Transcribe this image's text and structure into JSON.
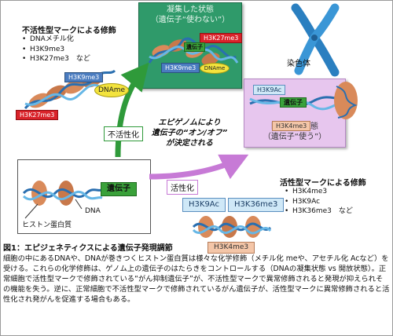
{
  "inactive_marks": {
    "heading": "不活性型マークによる修飾",
    "items": [
      "DNAメチル化",
      "H3K9me3",
      "H3K27me3　など"
    ]
  },
  "active_marks": {
    "heading": "活性型マークによる修飾",
    "items": [
      "H3K4me3",
      "H3K9Ac",
      "H3K36me3　など"
    ]
  },
  "closed_state": {
    "title_line1": "凝集した状態",
    "title_line2": "（遺伝子“使わない”）"
  },
  "open_state": {
    "title_line1": "開放した状態",
    "title_line2": "（遺伝子“使う”）"
  },
  "chromosome_label": "染色体",
  "arrows": {
    "inactivation": "不活性化",
    "activation": "活性化"
  },
  "center_text": {
    "line1": "エピゲノムにより",
    "line2": "遺伝子の“オン/オフ”",
    "line3": "が決定される"
  },
  "tags": {
    "h3k9me3": "H3K9me3",
    "h3k27me3": "H3K27me3",
    "dname": "DNAme",
    "gene": "遺伝子",
    "h3k9ac": "H3K9Ac",
    "h3k4me3": "H3K4me3",
    "h3k36me3": "H3K36me3"
  },
  "gene_box": {
    "gene_label": "遺伝子",
    "dna_label": "DNA",
    "histone_label": "ヒストン蛋白質"
  },
  "caption": {
    "title": "図1：エピジェネティクスによる遺伝子発現調節",
    "body": "細胞の中にあるDNAや、DNAが巻きつくヒストン蛋白質は様々な化学修飾（メチル化 meや、アセチル化 Acなど）を受ける。これらの化学修飾は、ゲノム上の遺伝子のはたらきをコントロールする（DNAの凝集状態 vs 開放状態）。正常細胞で活性型マークで修飾されている“がん抑制遺伝子”が、不活性型マークで異常修飾されると発現が抑えられその機能を失う。逆に、正常細胞で不活性型マークで修飾されているがん遺伝子が、活性型マークに異常修飾されると活性化され発がんを促進する場合もある。"
  },
  "colors": {
    "closed_box": "#2f9a6a",
    "open_box": "#e7c6ee",
    "inactivation_arrow": "#2f9a3a",
    "activation_arrow": "#c77ad6",
    "methyl_red": "#d9232a",
    "acetyl_blue": "#cfe8f7",
    "gene_green": "#3aa13a"
  }
}
